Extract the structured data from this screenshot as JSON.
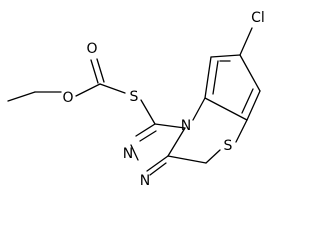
{
  "structure": {
    "atom_labels": {
      "cl": "Cl",
      "o_carbonyl": "O",
      "o_ester": "O",
      "s_thioester": "S",
      "n_ring": "N",
      "n_triazole_1": "N",
      "n_triazole_2": "N",
      "s_ring": "S"
    },
    "colors": {
      "bond": "#000000",
      "label": "#000000",
      "background": "#ffffff"
    }
  }
}
